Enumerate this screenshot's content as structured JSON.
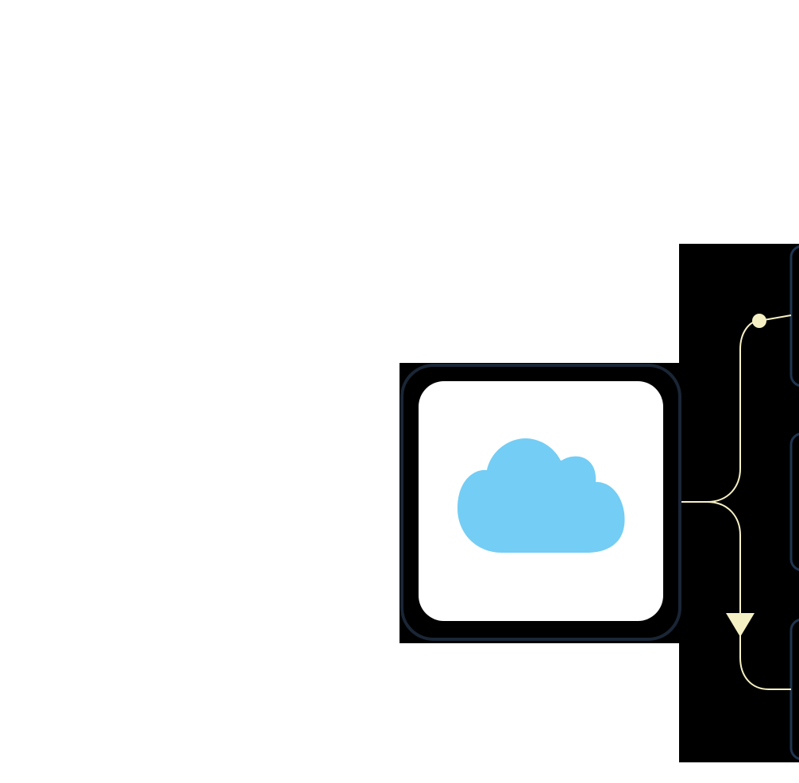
{
  "colors": {
    "page_background": "#ffffff",
    "panel_background": "#000000",
    "node_border": "#1a2636",
    "node_fill": "#ffffff",
    "cloud": "#74cdf4",
    "connector": "#f5f0c4",
    "card_border": "#1e3450"
  },
  "nodes": [
    {
      "id": "cloud-node",
      "icon": "cloud-icon"
    }
  ],
  "branches": [
    {
      "target": "upper-card",
      "start_marker": "dot"
    },
    {
      "target": "middle-card",
      "start_marker": "none"
    },
    {
      "target": "lower-card",
      "start_marker": "arrow-down"
    }
  ]
}
